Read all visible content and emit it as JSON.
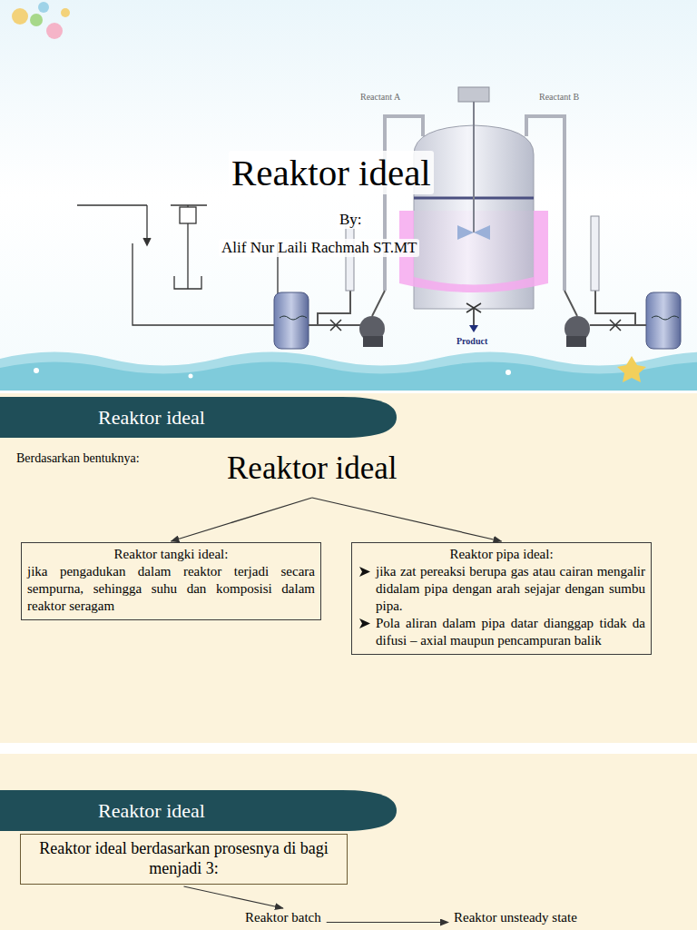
{
  "diagram": {
    "title": "Reaktor ideal",
    "nodes": [
      {
        "text": [
          "Reaktor ideal"
        ]
      },
      {
        "text": [
          "Reaktor ideal"
        ]
      },
      {
        "text": [
          "Reaktor tangki ideal:",
          "jika pengadukan dalam reaktor terjadi secara sempurna, sehingga suhu dan komposisi dalam reaktor seragam"
        ]
      },
      {
        "text": [
          "Reaktor pipa ideal:",
          "jika zat pereaksi berupa gas atau cairan mengalir didalam pipa dengan arah sejajar dengan sumbu pipa.",
          "Pola aliran dalam pipa datar dianggap tidak da difusi – axial maupun pencampuran balik"
        ]
      },
      {
        "text": [
          "Reaktor ideal"
        ]
      },
      {
        "text": [
          "Reaktor ideal berdasarkan prosesnya di bagi menjadi 3:"
        ]
      },
      {
        "text": [
          "Reaktor batch"
        ]
      },
      {
        "text": [
          "Reaktor unsteady state"
        ]
      }
    ],
    "edges": [
      {
        "from": 1,
        "to": 2,
        "arrow": "to"
      },
      {
        "from": 1,
        "to": 3,
        "arrow": "to"
      },
      {
        "from": 5,
        "to": 6,
        "arrow": "to"
      },
      {
        "from": 6,
        "to": 7,
        "arrow": "to"
      }
    ],
    "labels": [
      "By:",
      "Alif Nur Laili Rachmah ST.MT",
      "Reactant A",
      "Reactant B",
      "Product",
      "Berdasarkan bentuknya:"
    ]
  }
}
